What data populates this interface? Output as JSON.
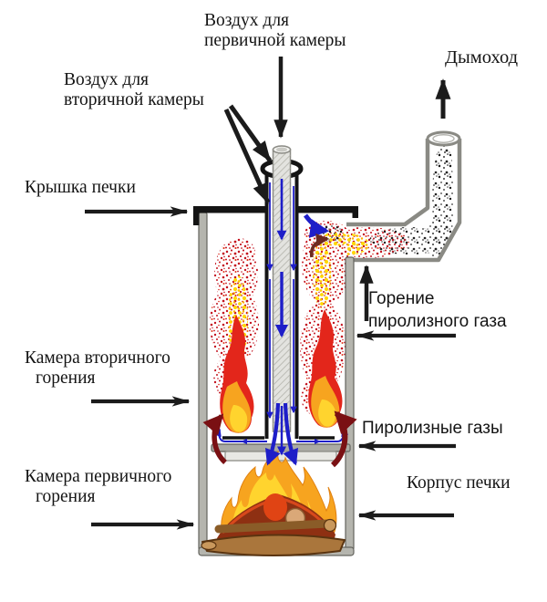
{
  "labels": {
    "air_primary": {
      "line1": "Воздух для",
      "line2": "первичной камеры"
    },
    "air_secondary": {
      "line1": "Воздух для",
      "line2": "вторичной камеры"
    },
    "chimney": "Дымоход",
    "stove_lid": "Крышка печки",
    "secondary_chamber": {
      "line1": "Камера вторичного",
      "line2": "горения"
    },
    "primary_chamber": {
      "line1": "Камера первичного",
      "line2": "горения"
    },
    "gas_combustion": {
      "line1": "Горение",
      "line2": "пиролизного газа"
    },
    "pyrolysis_gases": "Пиролизные газы",
    "stove_body": "Корпус печки"
  },
  "colors": {
    "air_flow_blue": "#1E1EC8",
    "pyrolysis_arrow_darkred": "#7A1013",
    "gas_speckle_red": "#C41420",
    "gas_speckle_yellow": "#FFD800",
    "smoke_speckle_dark": "#222222",
    "flame_red": "#E3261B",
    "flame_orange": "#F7A41F",
    "flame_yellow": "#FFD42E",
    "metal_gray": "#8A8A84",
    "annotation_black": "#1B1B1B"
  }
}
